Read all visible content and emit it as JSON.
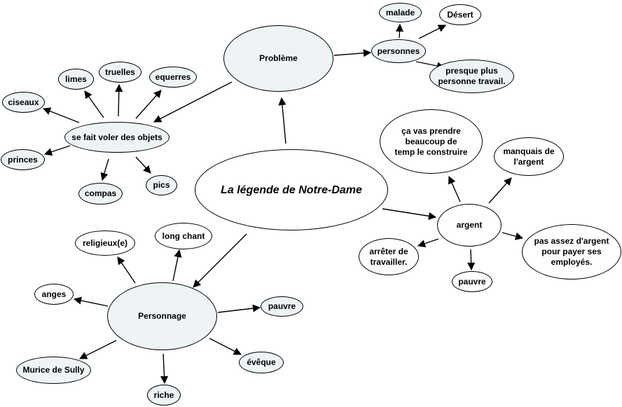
{
  "colors": {
    "hub_fill": "#eef3f5",
    "leaf_fill": "#ffffff",
    "line": "#000000",
    "background": "#ffffff"
  },
  "diagram": {
    "central": "La légende de Notre-Dame",
    "probleme": "Problème",
    "personnes": "personnes",
    "malade": "malade",
    "desert": "Désert",
    "presque": "presque plus\npersonne travail.",
    "vole": "se fait voler des objets",
    "limes": "limes",
    "truelles": "truelles",
    "equerres": "equerres",
    "ciseaux": "ciseaux",
    "princes": "princes",
    "compas": "compas",
    "pics": "pics",
    "argent": "argent",
    "temps": "ça vas prendre\nbeaucoup de\ntemp le construire",
    "manquais": "manquais de\nl'argent",
    "pasassez": "pas assez d'argent\npour payer ses\nemployés.",
    "arreter": "arrêter de\ntravailler.",
    "pauvre_argent": "pauvre",
    "personnage": "Personnage",
    "religieux": "religieux(e)",
    "longchant": "long chant",
    "anges": "anges",
    "pauvre_perso": "pauvre",
    "murice": "Murice de Sully",
    "riche": "riche",
    "eveque": "évêque"
  }
}
